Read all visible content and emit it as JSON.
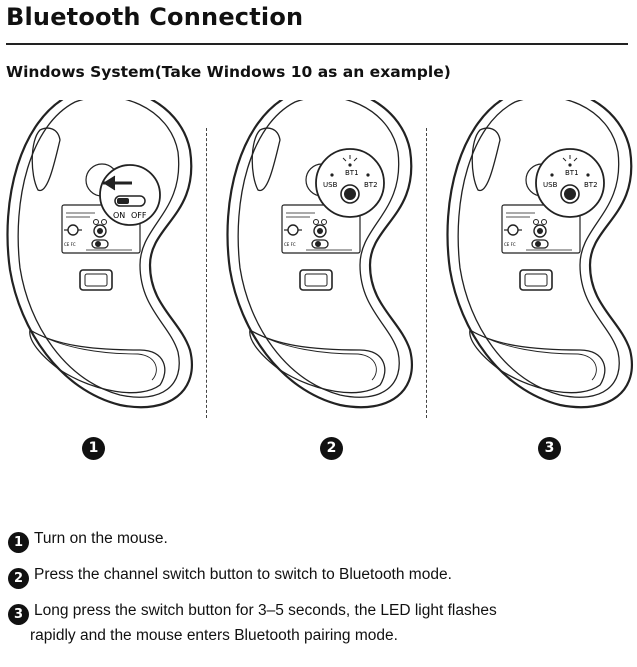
{
  "header": {
    "title": "Bluetooth Connection",
    "subtitle": "Windows System(Take Windows 10 as an example)"
  },
  "figures": [
    {
      "number": "1",
      "switch_on": "ON",
      "switch_off": "OFF"
    },
    {
      "number": "2",
      "port_usb": "USB",
      "port_bt1": "BT1",
      "port_bt2": "BT2"
    },
    {
      "number": "3",
      "port_usb": "USB",
      "port_bt1": "BT1",
      "port_bt2": "BT2"
    }
  ],
  "steps": [
    {
      "number": "1",
      "text": "Turn on the mouse."
    },
    {
      "number": "2",
      "text": "Press the channel switch button to switch to Bluetooth mode."
    },
    {
      "number": "3",
      "text_line1": "Long press the switch button for 3–5 seconds, the LED light flashes",
      "text_line2": "rapidly and the mouse enters Bluetooth pairing mode."
    }
  ]
}
